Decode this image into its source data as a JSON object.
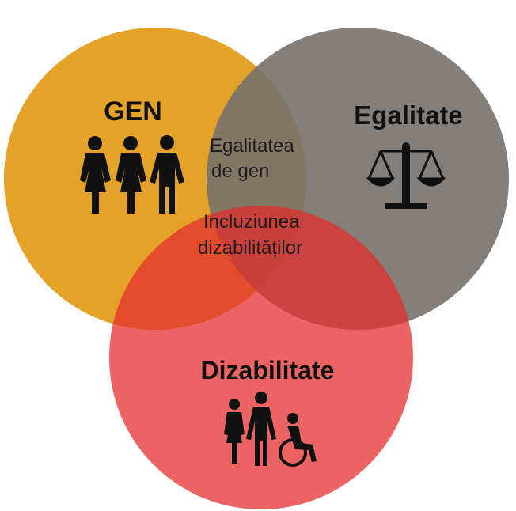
{
  "diagram": {
    "type": "venn",
    "circles": [
      {
        "id": "gen",
        "label": "GEN",
        "icon": "family-icon",
        "color": "#E4A228"
      },
      {
        "id": "egalitate",
        "label": "Egalitate",
        "icon": "scales-icon",
        "color": "#77716B"
      },
      {
        "id": "dizabilitate",
        "label": "Dizabilitate",
        "icon": "disability-group-icon",
        "color": "#E42C2C"
      }
    ],
    "overlaps": {
      "gender_equality": {
        "line1": "Egalitatea",
        "line2": "de gen"
      },
      "disability_inclusion": {
        "line1": "Incluziunea",
        "line2": "dizabilităților"
      }
    }
  }
}
